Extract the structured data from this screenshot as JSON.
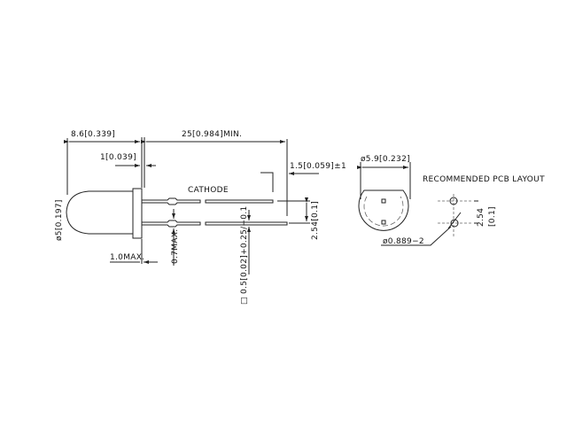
{
  "drawing": {
    "side_view": {
      "body_length": "8.6[0.339]",
      "lead_length": "25[0.984]MIN.",
      "flange_thickness": "1[0.039]",
      "lead_offset": "1.5[0.059]±1",
      "cathode_label": "CATHODE",
      "lead_spacing": "2.54[0.1]",
      "body_diameter": "ø5[0.197]",
      "flange_max": "1.0MAX.",
      "standoff_max": "0.7MAX.",
      "lead_size": "□ 0.5[0.02]+0.25/−0.1"
    },
    "end_view": {
      "flange_diameter": "ø5.9[0.232]",
      "hole_diameter": "ø0.889−2"
    },
    "pcb_layout": {
      "title": "RECOMMENDED PCB LAYOUT",
      "spacing_mm": "2.54",
      "spacing_in": "[0.1]"
    }
  }
}
